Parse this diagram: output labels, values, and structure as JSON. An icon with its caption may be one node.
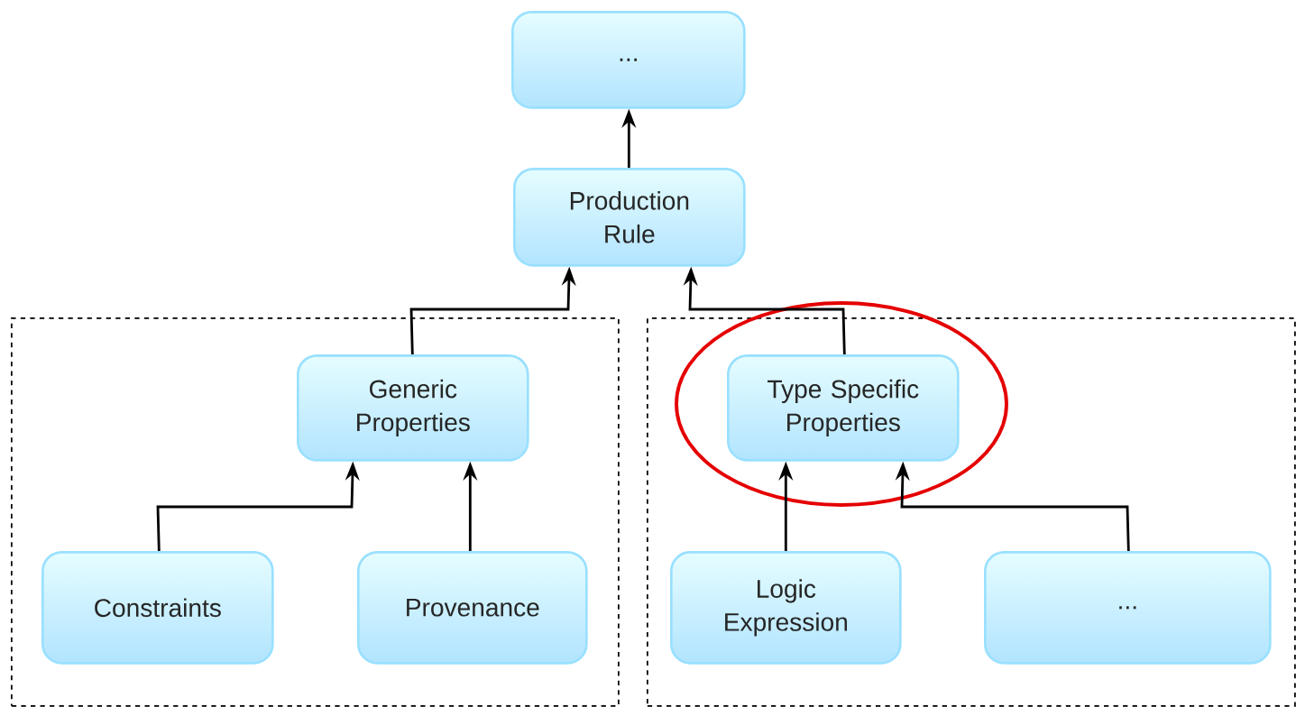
{
  "diagram": {
    "nodes": [
      {
        "text": [
          "..."
        ]
      },
      {
        "text": [
          "Production Rule"
        ]
      },
      {
        "text": [],
        "shape": "box"
      },
      {
        "text": [],
        "shape": "box"
      },
      {
        "text": [
          "Generic Properties"
        ],
        "in": 2
      },
      {
        "text": [
          "Type Specific Properties"
        ],
        "in": 3
      },
      {
        "text": [
          "Constraints"
        ],
        "in": 2
      },
      {
        "text": [
          "Provenance"
        ],
        "in": 2
      },
      {
        "text": [
          "Logic Expression"
        ],
        "in": 3
      },
      {
        "text": [
          "..."
        ],
        "in": 3
      }
    ],
    "edges": [
      {
        "from": 1,
        "to": 0,
        "arrow": "to"
      },
      {
        "from": 4,
        "to": 1,
        "arrow": "to"
      },
      {
        "from": 5,
        "to": 1,
        "arrow": "to"
      },
      {
        "from": 6,
        "to": 4,
        "arrow": "to"
      },
      {
        "from": 7,
        "to": 4,
        "arrow": "to"
      },
      {
        "from": 8,
        "to": 5,
        "arrow": "to"
      },
      {
        "from": 9,
        "to": 5,
        "arrow": "to"
      }
    ]
  }
}
